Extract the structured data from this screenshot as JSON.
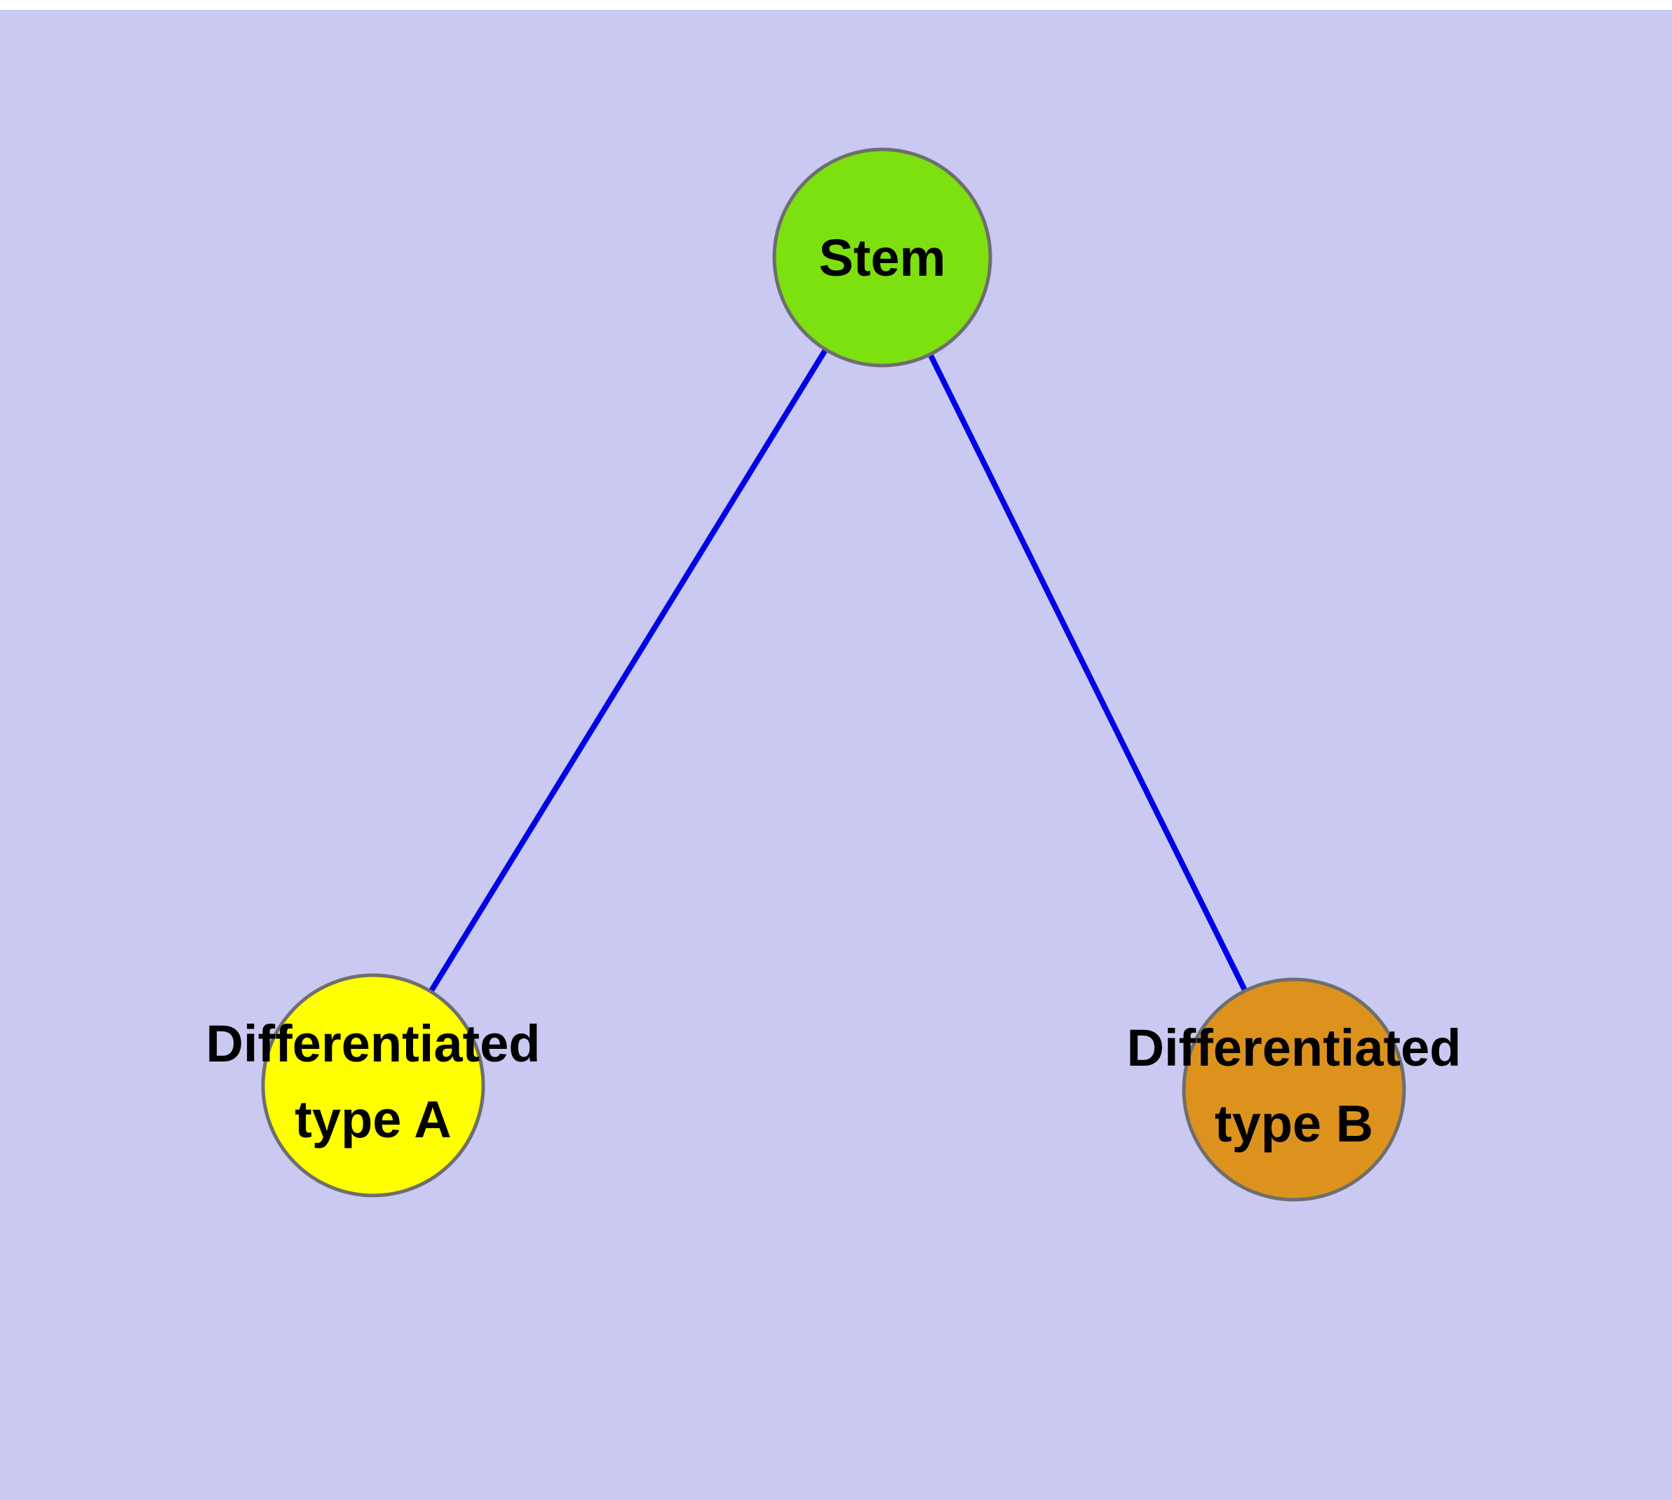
{
  "diagram": {
    "background_color": "#c9c9f2",
    "top_strip_color": "#ffffff",
    "edge_color": "#0000e6",
    "node_border_color": "#6e6e6e",
    "label_color": "#000000",
    "nodes": {
      "stem": {
        "label": "Stem",
        "fill": "#7de00f"
      },
      "type_a": {
        "label_line1": "Differentiated",
        "label_line2": "type A",
        "fill": "#ffff00"
      },
      "type_b": {
        "label_line1": "Differentiated",
        "label_line2": "type B",
        "fill": "#dd921e"
      }
    },
    "edges": [
      {
        "from": "stem",
        "to": "type_a"
      },
      {
        "from": "stem",
        "to": "type_b"
      }
    ]
  }
}
